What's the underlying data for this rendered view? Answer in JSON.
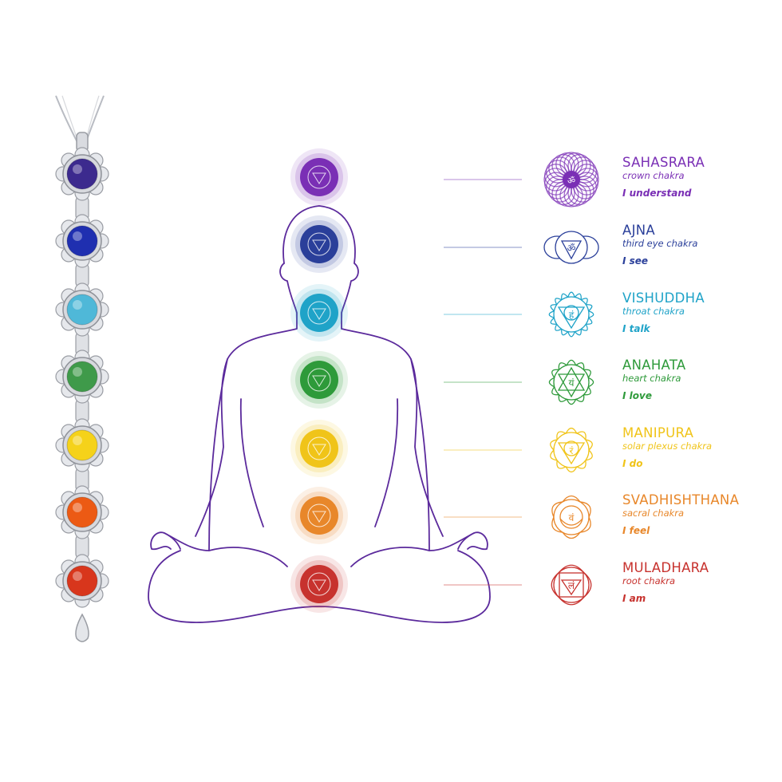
{
  "chakras": [
    {
      "key": "crown",
      "name": "SAHASRARA",
      "subtitle": "crown chakra",
      "affirmation": "I understand",
      "color": "#7a2fb5",
      "glyph": "ॐ"
    },
    {
      "key": "third-eye",
      "name": "AJNA",
      "subtitle": "third eye chakra",
      "affirmation": "I see",
      "color": "#2a3f9a",
      "glyph": "ॐ"
    },
    {
      "key": "throat",
      "name": "VISHUDDHA",
      "subtitle": "throat chakra",
      "affirmation": "I talk",
      "color": "#1fa3c8",
      "glyph": "हं"
    },
    {
      "key": "heart",
      "name": "ANAHATA",
      "subtitle": "heart chakra",
      "affirmation": "I love",
      "color": "#2e9a3a",
      "glyph": "यं"
    },
    {
      "key": "solar-plexus",
      "name": "MANIPURA",
      "subtitle": "solar plexus chakra",
      "affirmation": "I do",
      "color": "#f0c419",
      "glyph": "रं"
    },
    {
      "key": "sacral",
      "name": "SVADHISHTHANA",
      "subtitle": "sacral chakra",
      "affirmation": "I feel",
      "color": "#e8872a",
      "glyph": "वं"
    },
    {
      "key": "root",
      "name": "MULADHARA",
      "subtitle": "root chakra",
      "affirmation": "I am",
      "color": "#c7322e",
      "glyph": "लं"
    }
  ],
  "colors": {
    "silhouette": "#5b2a9c",
    "silver": "#c7c9cf",
    "silver_dark": "#8e9198"
  },
  "gems": [
    "#3c2a8e",
    "#1f2fb0",
    "#4fb8d8",
    "#3f9a4a",
    "#f5d21a",
    "#ec5a14",
    "#d8361c"
  ]
}
